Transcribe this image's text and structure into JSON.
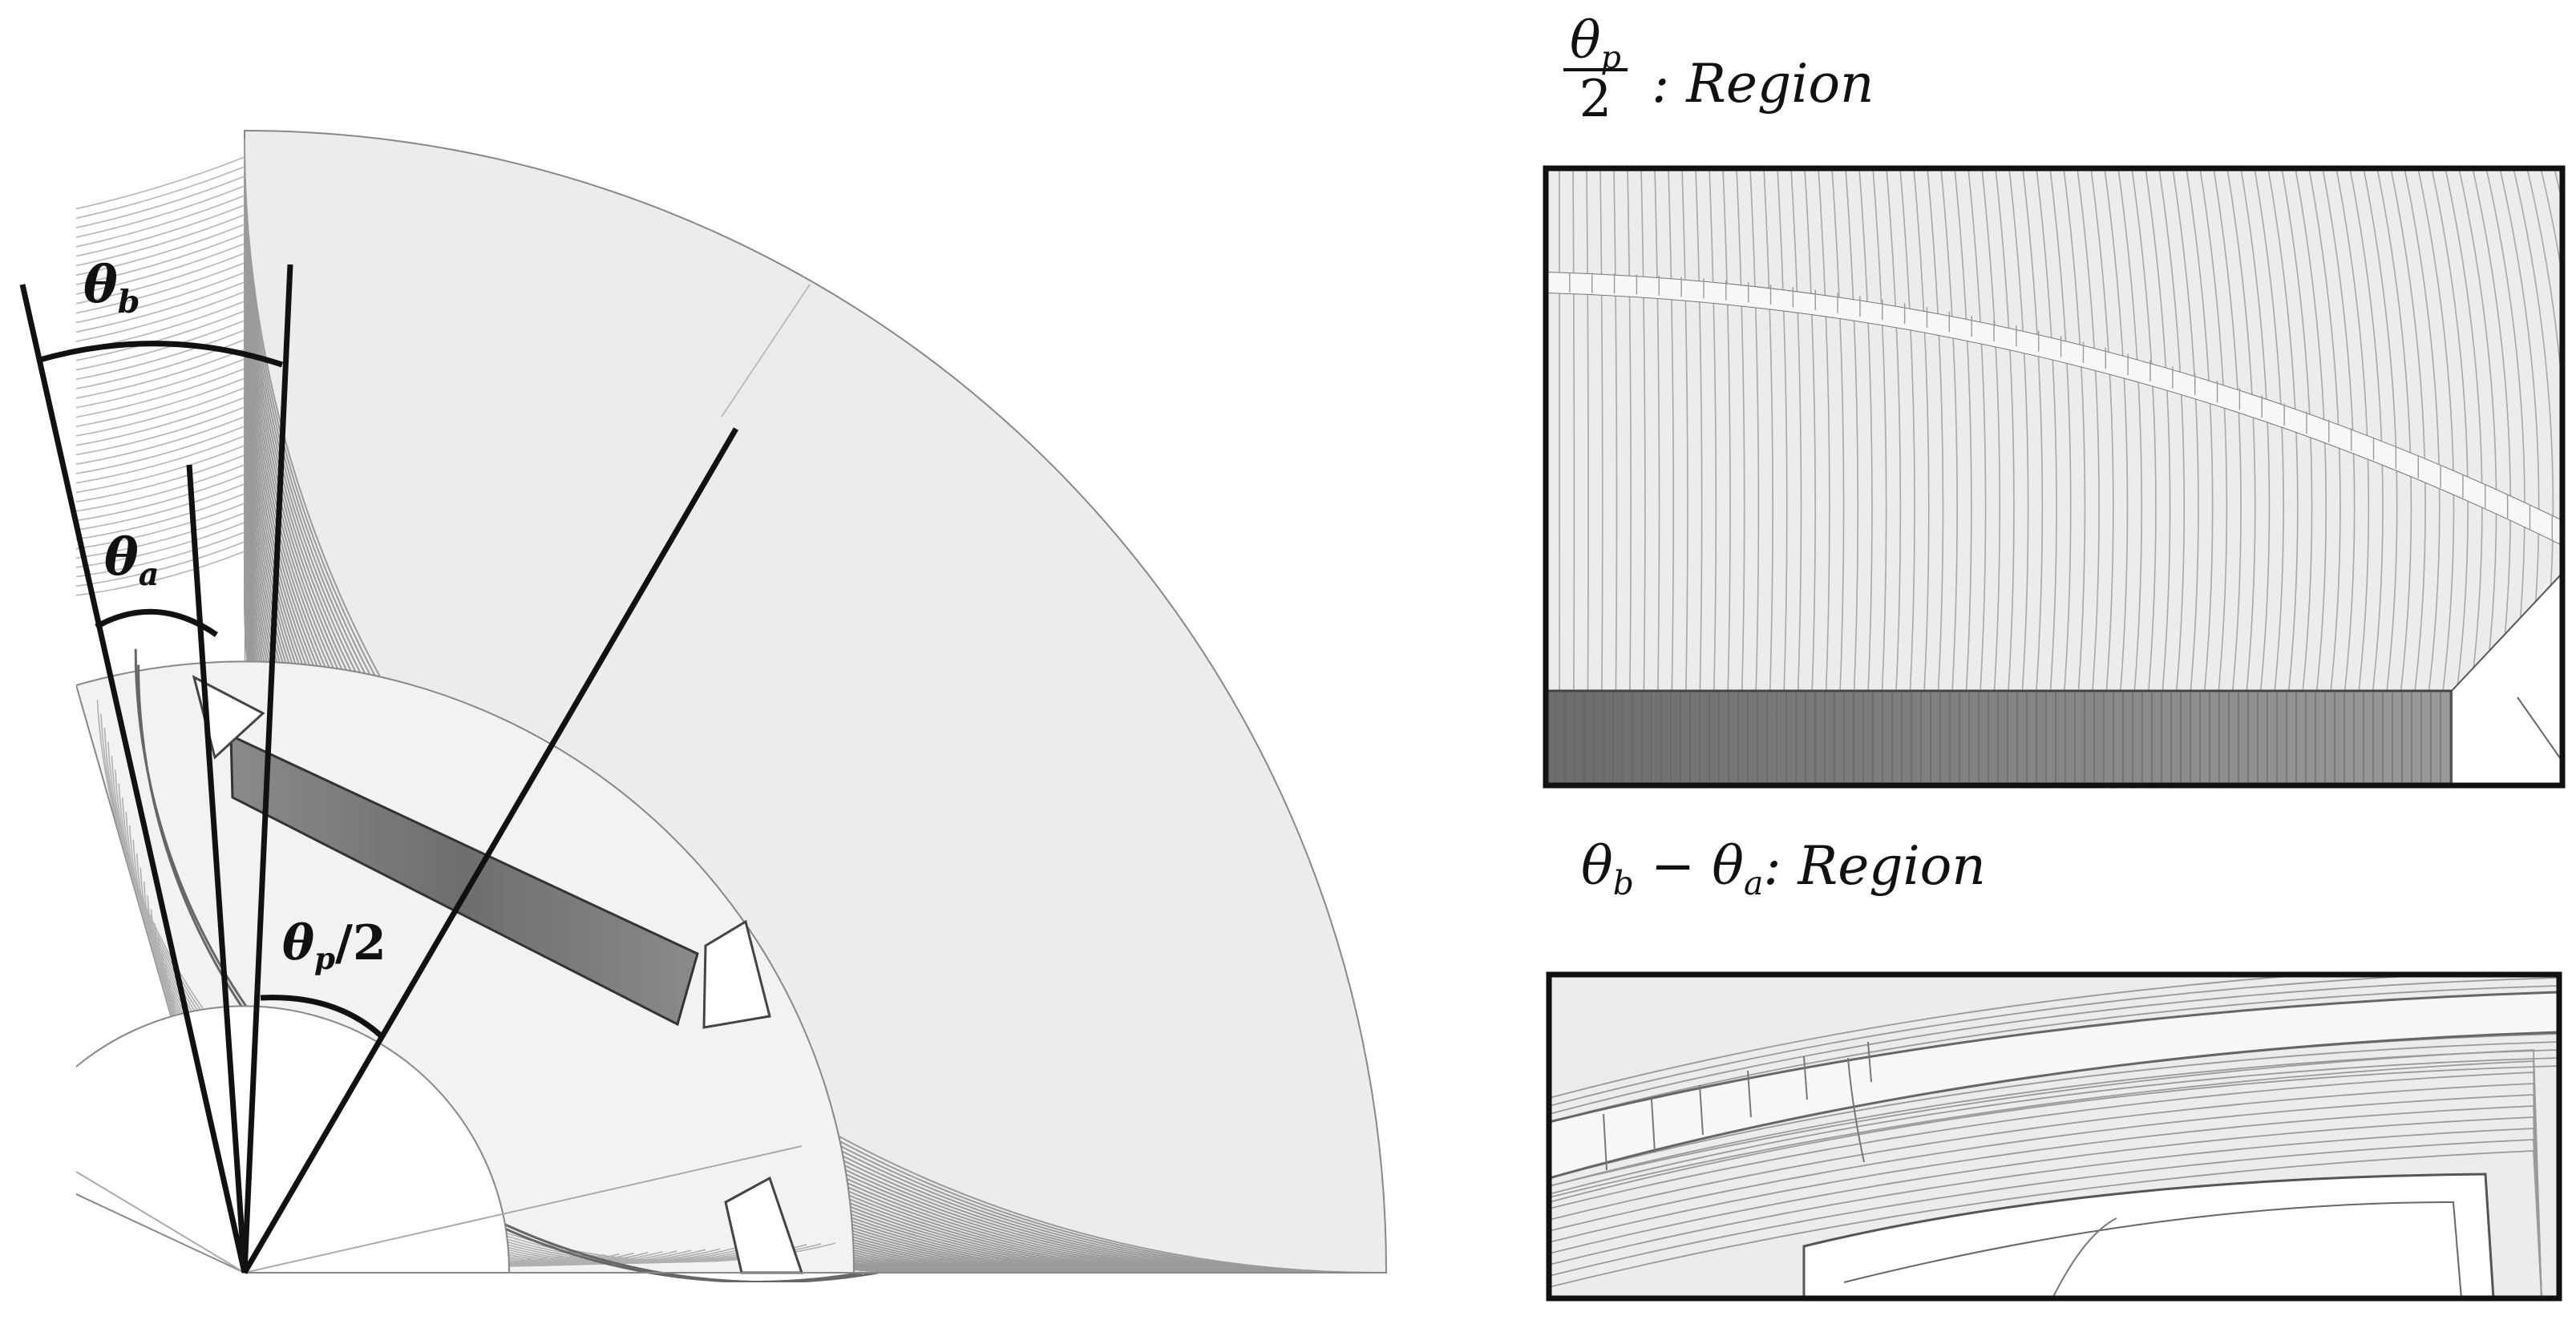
{
  "figure": {
    "labels": {
      "theta": "θ",
      "b": "b",
      "a": "a",
      "p": "p",
      "half": "/2",
      "two": "2",
      "minus": " − "
    },
    "insets": {
      "top_suffix": ": Region",
      "bottom_suffix": ": Region"
    },
    "colors": {
      "field_fill": "#ececec",
      "contour": "#8a8a8a",
      "magnet": "#7a7a7a",
      "outline": "#111111"
    }
  }
}
